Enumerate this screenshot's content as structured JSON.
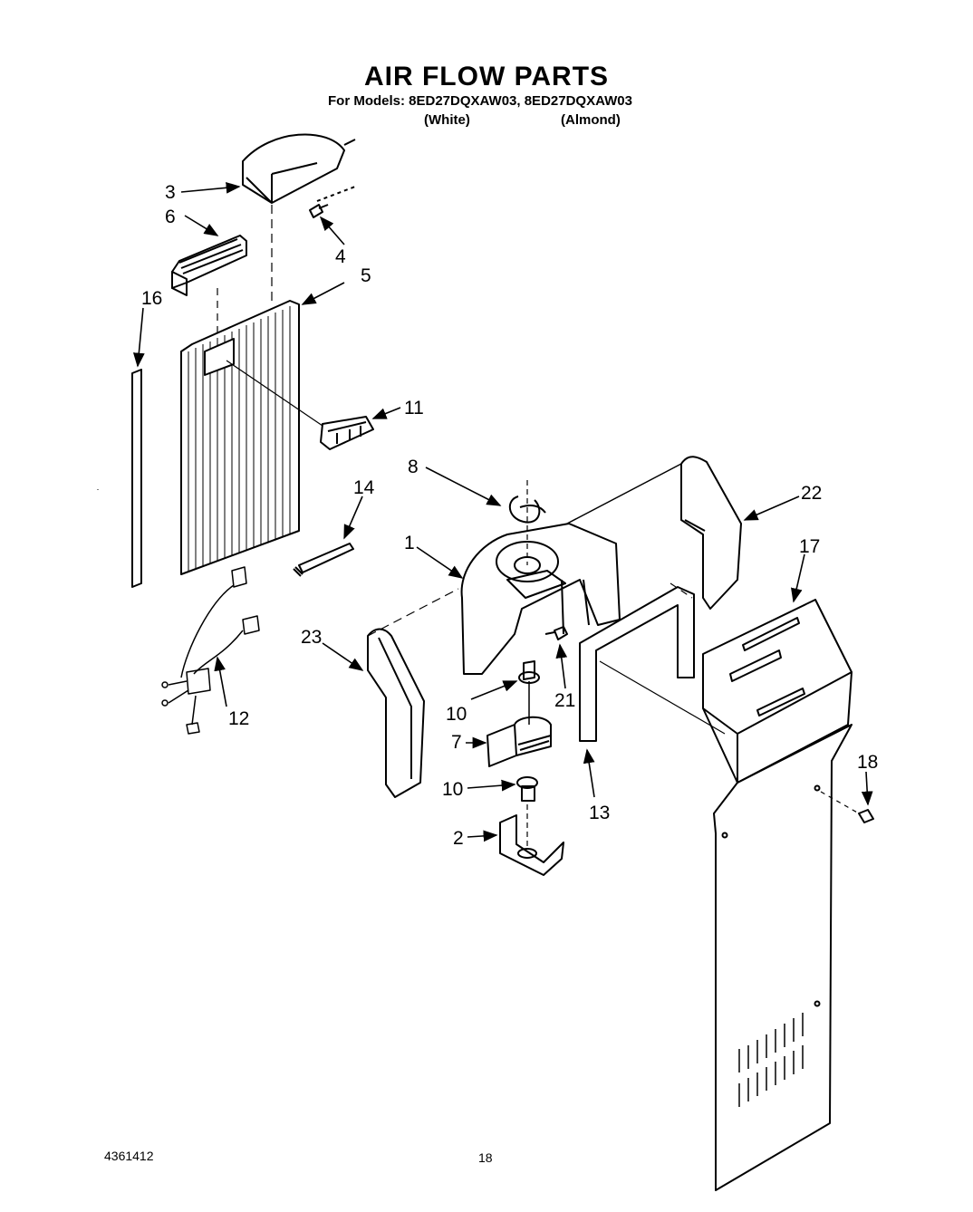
{
  "header": {
    "title": "AIR FLOW PARTS",
    "models_line": "For Models: 8ED27DQXAW03, 8ED27DQXAW03",
    "variant_left": "(White)",
    "variant_right": "(Almond)"
  },
  "callouts": {
    "c1": "1",
    "c2": "2",
    "c3": "3",
    "c4": "4",
    "c5": "5",
    "c6": "6",
    "c7": "7",
    "c8": "8",
    "c10a": "10",
    "c10b": "10",
    "c11": "11",
    "c12": "12",
    "c13": "13",
    "c14": "14",
    "c16": "16",
    "c17": "17",
    "c18": "18",
    "c21": "21",
    "c22": "22",
    "c23": "23"
  },
  "footer": {
    "part_number": "4361412",
    "page_number": "18"
  }
}
